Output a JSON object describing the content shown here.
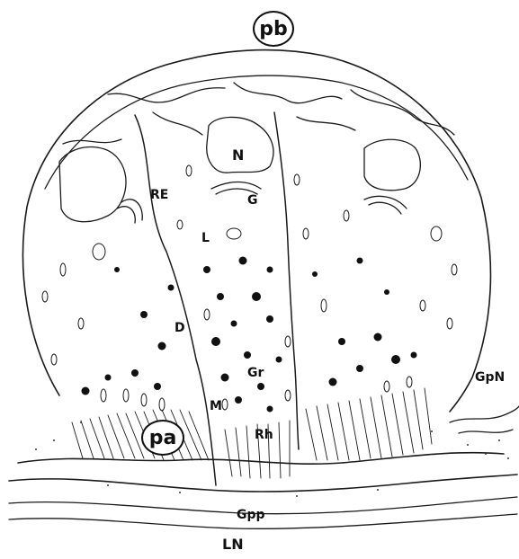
{
  "labels": {
    "pb": "pb",
    "pa": "pa",
    "N": "N",
    "RE": "RE",
    "G": "G",
    "L": "L",
    "D": "D",
    "Gr": "Gr",
    "M": "M",
    "Rh": "Rh",
    "GpN": "GpN",
    "Gpp": "Gpp",
    "LN": "LN"
  },
  "style": {
    "ink": "#1a1a1a",
    "background": "#ffffff"
  }
}
